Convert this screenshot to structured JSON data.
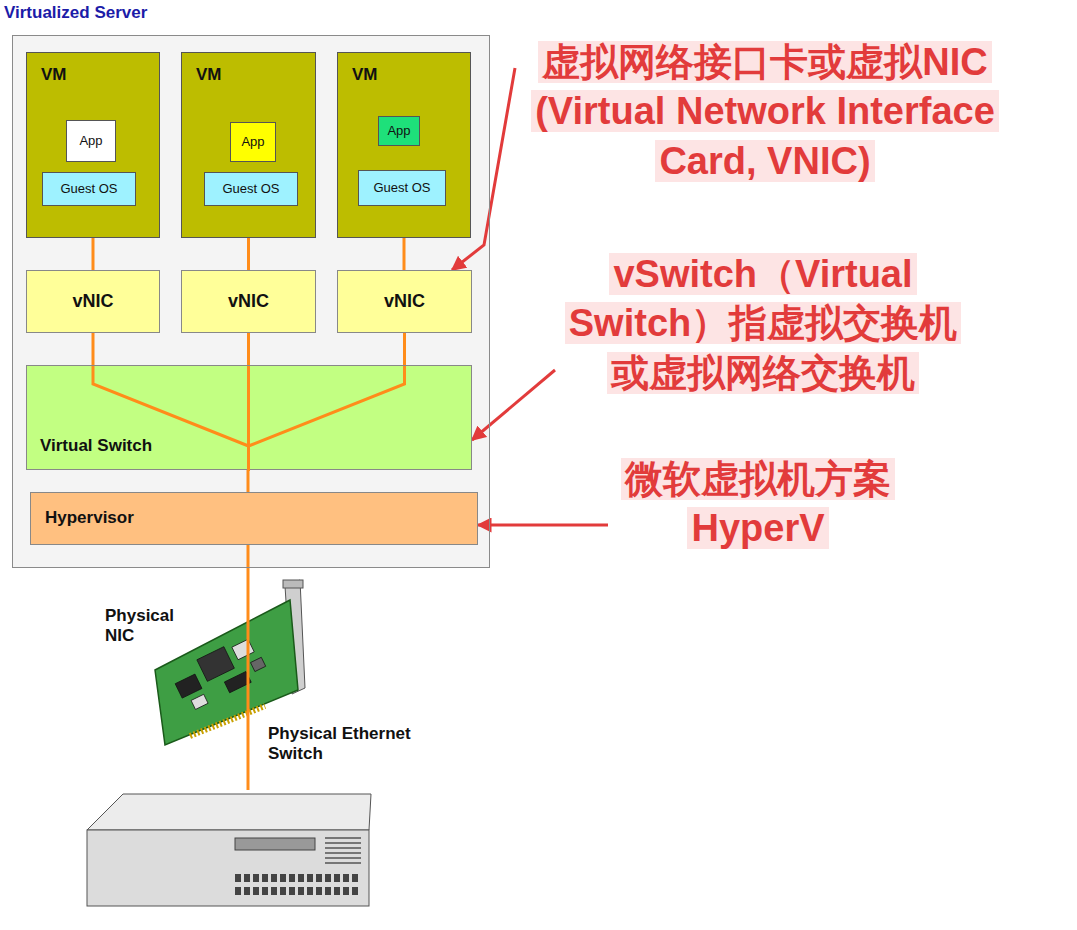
{
  "diagram": {
    "nodes": [
      {
        "text": [
          "Virtualized Server"
        ]
      },
      {
        "text": [
          "VM"
        ],
        "in": 0
      },
      {
        "text": [
          "App"
        ],
        "in": 1
      },
      {
        "text": [
          "Guest OS"
        ],
        "in": 1
      },
      {
        "text": [
          "VM"
        ],
        "in": 0
      },
      {
        "text": [
          "App"
        ],
        "in": 4
      },
      {
        "text": [
          "Guest OS"
        ],
        "in": 4
      },
      {
        "text": [
          "VM"
        ],
        "in": 0
      },
      {
        "text": [
          "App"
        ],
        "in": 7
      },
      {
        "text": [
          "Guest OS"
        ],
        "in": 7
      },
      {
        "text": [
          "vNIC"
        ],
        "in": 0
      },
      {
        "text": [
          "vNIC"
        ],
        "in": 0
      },
      {
        "text": [
          "vNIC"
        ],
        "in": 0
      },
      {
        "text": [
          "Virtual Switch"
        ],
        "in": 0
      },
      {
        "text": [
          "Hypervisor"
        ],
        "in": 0
      },
      {
        "text": [
          "Physical NIC"
        ]
      },
      {
        "text": [
          "Physical Ethernet Switch"
        ]
      },
      {
        "text": [
          "虚拟网络接口卡或虚拟NIC (Virtual Network Interface Card, VNIC)"
        ]
      },
      {
        "text": [
          "vSwitch（Virtual Switch）指虚拟交换机或虚拟网络交换机"
        ]
      },
      {
        "text": [
          "微软虚拟机方案 HyperV"
        ]
      }
    ],
    "edges": [
      {
        "from": 1,
        "to": 10,
        "arrow": "none"
      },
      {
        "from": 4,
        "to": 11,
        "arrow": "none"
      },
      {
        "from": 7,
        "to": 12,
        "arrow": "none"
      },
      {
        "from": 10,
        "to": 13,
        "arrow": "none"
      },
      {
        "from": 11,
        "to": 13,
        "arrow": "none"
      },
      {
        "from": 12,
        "to": 13,
        "arrow": "none"
      },
      {
        "from": 13,
        "to": 14,
        "arrow": "none"
      },
      {
        "from": 14,
        "to": 15,
        "arrow": "none"
      },
      {
        "from": 15,
        "to": 16,
        "arrow": "none"
      },
      {
        "from": 17,
        "to": 12,
        "arrow": "to"
      },
      {
        "from": 18,
        "to": 13,
        "arrow": "to"
      },
      {
        "from": 19,
        "to": 14,
        "arrow": "to"
      }
    ]
  }
}
